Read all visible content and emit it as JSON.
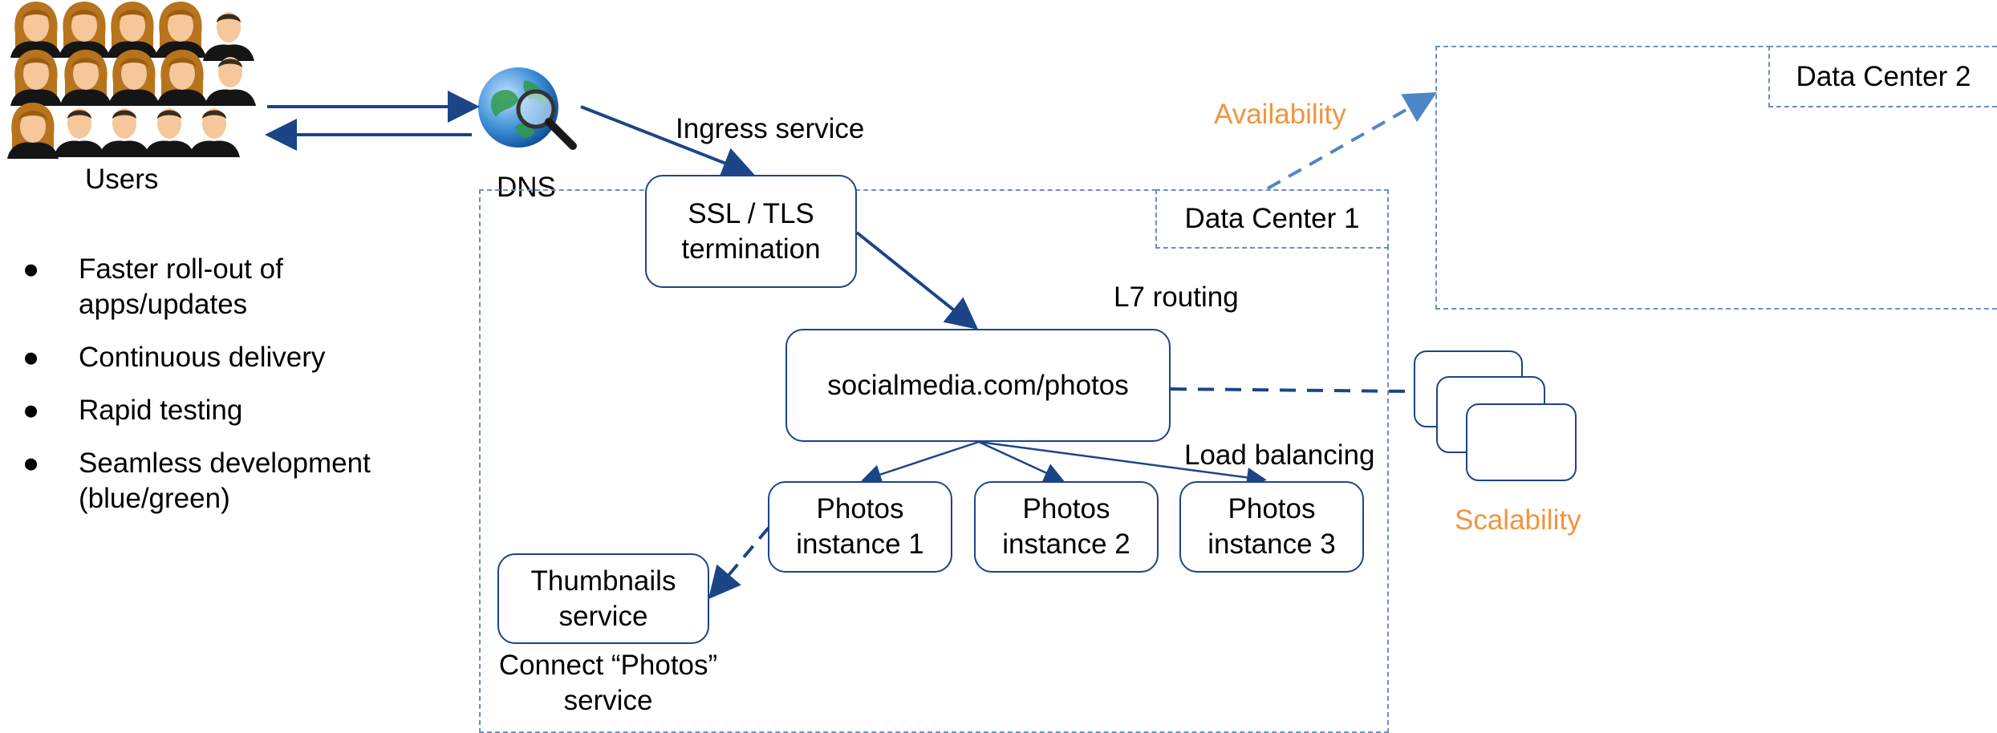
{
  "users": {
    "label": "Users"
  },
  "dns": {
    "label": "DNS"
  },
  "ingress": {
    "label": "Ingress service"
  },
  "ssl": {
    "line1": "SSL / TLS",
    "line2": "termination"
  },
  "data_center_1": {
    "label": "Data Center 1"
  },
  "data_center_2": {
    "label": "Data Center 2"
  },
  "availability": {
    "label": "Availability"
  },
  "l7_routing": {
    "label": "L7 routing"
  },
  "social": {
    "label": "socialmedia.com/photos"
  },
  "load_balancing": {
    "label": "Load balancing"
  },
  "instances": [
    {
      "line1": "Photos",
      "line2": "instance 1"
    },
    {
      "line1": "Photos",
      "line2": "instance 2"
    },
    {
      "line1": "Photos",
      "line2": "instance 3"
    }
  ],
  "thumbnails": {
    "line1": "Thumbnails",
    "line2": "service"
  },
  "connect": {
    "line1": "Connect “Photos”",
    "line2": "service"
  },
  "scalability": {
    "label": "Scalability"
  },
  "bullets": [
    {
      "line1": "Faster roll-out of",
      "line2": "apps/updates"
    },
    {
      "line1": "Continuous delivery",
      "line2": ""
    },
    {
      "line1": "Rapid testing",
      "line2": ""
    },
    {
      "line1": "Seamless development",
      "line2": "(blue/green)"
    }
  ],
  "colors": {
    "accent_navy": "#1c4587",
    "dashed_blue": "#6d8fc4",
    "availability_arrow": "#4f86c6",
    "orange_label": "#f0953f"
  },
  "icons": [
    "user-group-icon",
    "globe-magnifier-icon"
  ]
}
